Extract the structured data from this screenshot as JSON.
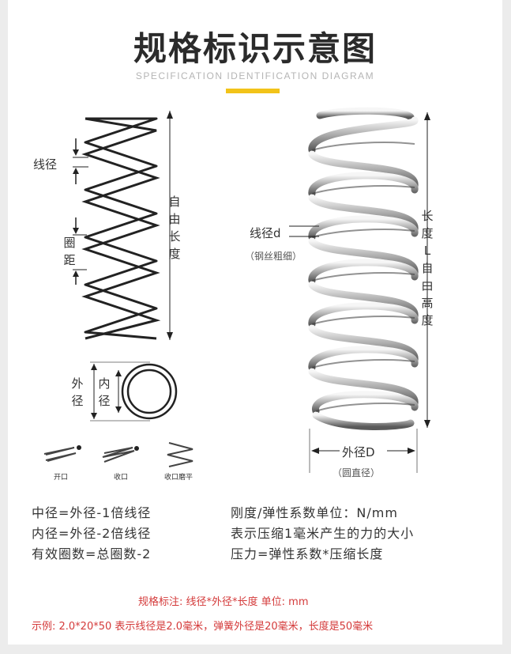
{
  "title": "规格标识示意图",
  "subtitle": "SPECIFICATION IDENTIFICATION DIAGRAM",
  "colors": {
    "accent": "#f2c319",
    "note_red": "#d43a3a",
    "text": "#333333"
  },
  "left_diagram": {
    "wire_label": "线径",
    "pitch_label": "圈距",
    "free_length_label": "自由长度",
    "outer_label": "外径",
    "inner_label": "内径",
    "ends": [
      "开口",
      "收口",
      "收口磨平"
    ]
  },
  "right_diagram": {
    "wire_label": "线径d",
    "wire_note": "（钢丝粗细）",
    "length_label": "长度L自由高度",
    "outer_label": "外径D",
    "outer_note": "（圆直径）"
  },
  "formulas_left": [
    "中径=外径-1倍线径",
    "内径=外径-2倍线径",
    "有效圈数=总圈数-2"
  ],
  "formulas_right": [
    "刚度/弹性系数单位：N/mm",
    "表示压缩1毫米产生的力的大小",
    "压力=弹性系数*压缩长度"
  ],
  "spec_note": "规格标注: 线径*外径*长度 单位: mm",
  "example_note": "示例: 2.0*20*50 表示线径是2.0毫米，弹簧外径是20毫米，长度是50毫米"
}
